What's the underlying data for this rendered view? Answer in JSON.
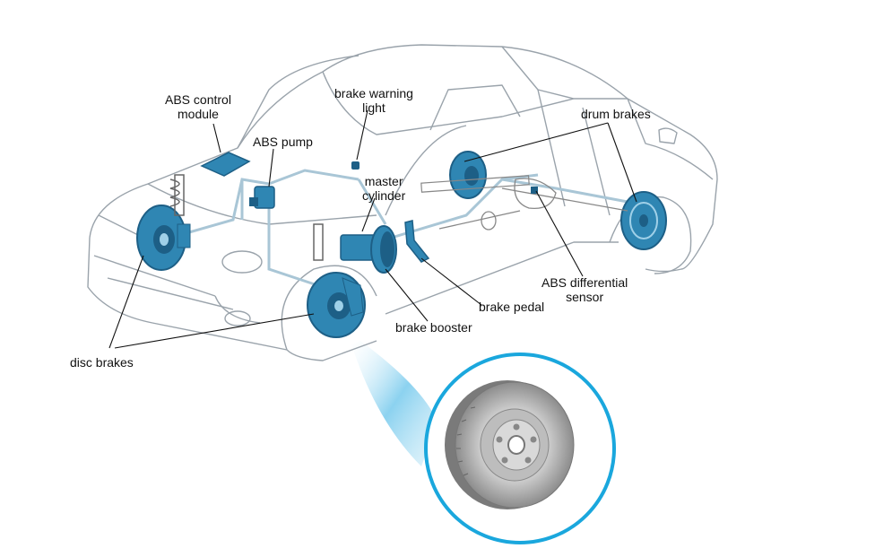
{
  "labels": {
    "abs_control_module": [
      "ABS control",
      "module"
    ],
    "brake_warning_light": [
      "brake warning",
      "light"
    ],
    "abs_pump": "ABS pump",
    "master_cylinder": [
      "master",
      "cylinder"
    ],
    "drum_brakes": "drum brakes",
    "abs_differential_sensor": [
      "ABS differential",
      "sensor"
    ],
    "brake_pedal": "brake pedal",
    "brake_booster": "brake booster",
    "disc_brakes": "disc brakes"
  },
  "colors": {
    "component_blue": "#2f86b3",
    "component_dark": "#1d5f86",
    "brake_line": "#a9c6d6",
    "car_outline": "#9aa3ab",
    "leader_line": "#111111",
    "callout_ring": "#1aa7dd"
  },
  "icons": [
    "brake-rotor-icon",
    "car-outline-icon"
  ]
}
